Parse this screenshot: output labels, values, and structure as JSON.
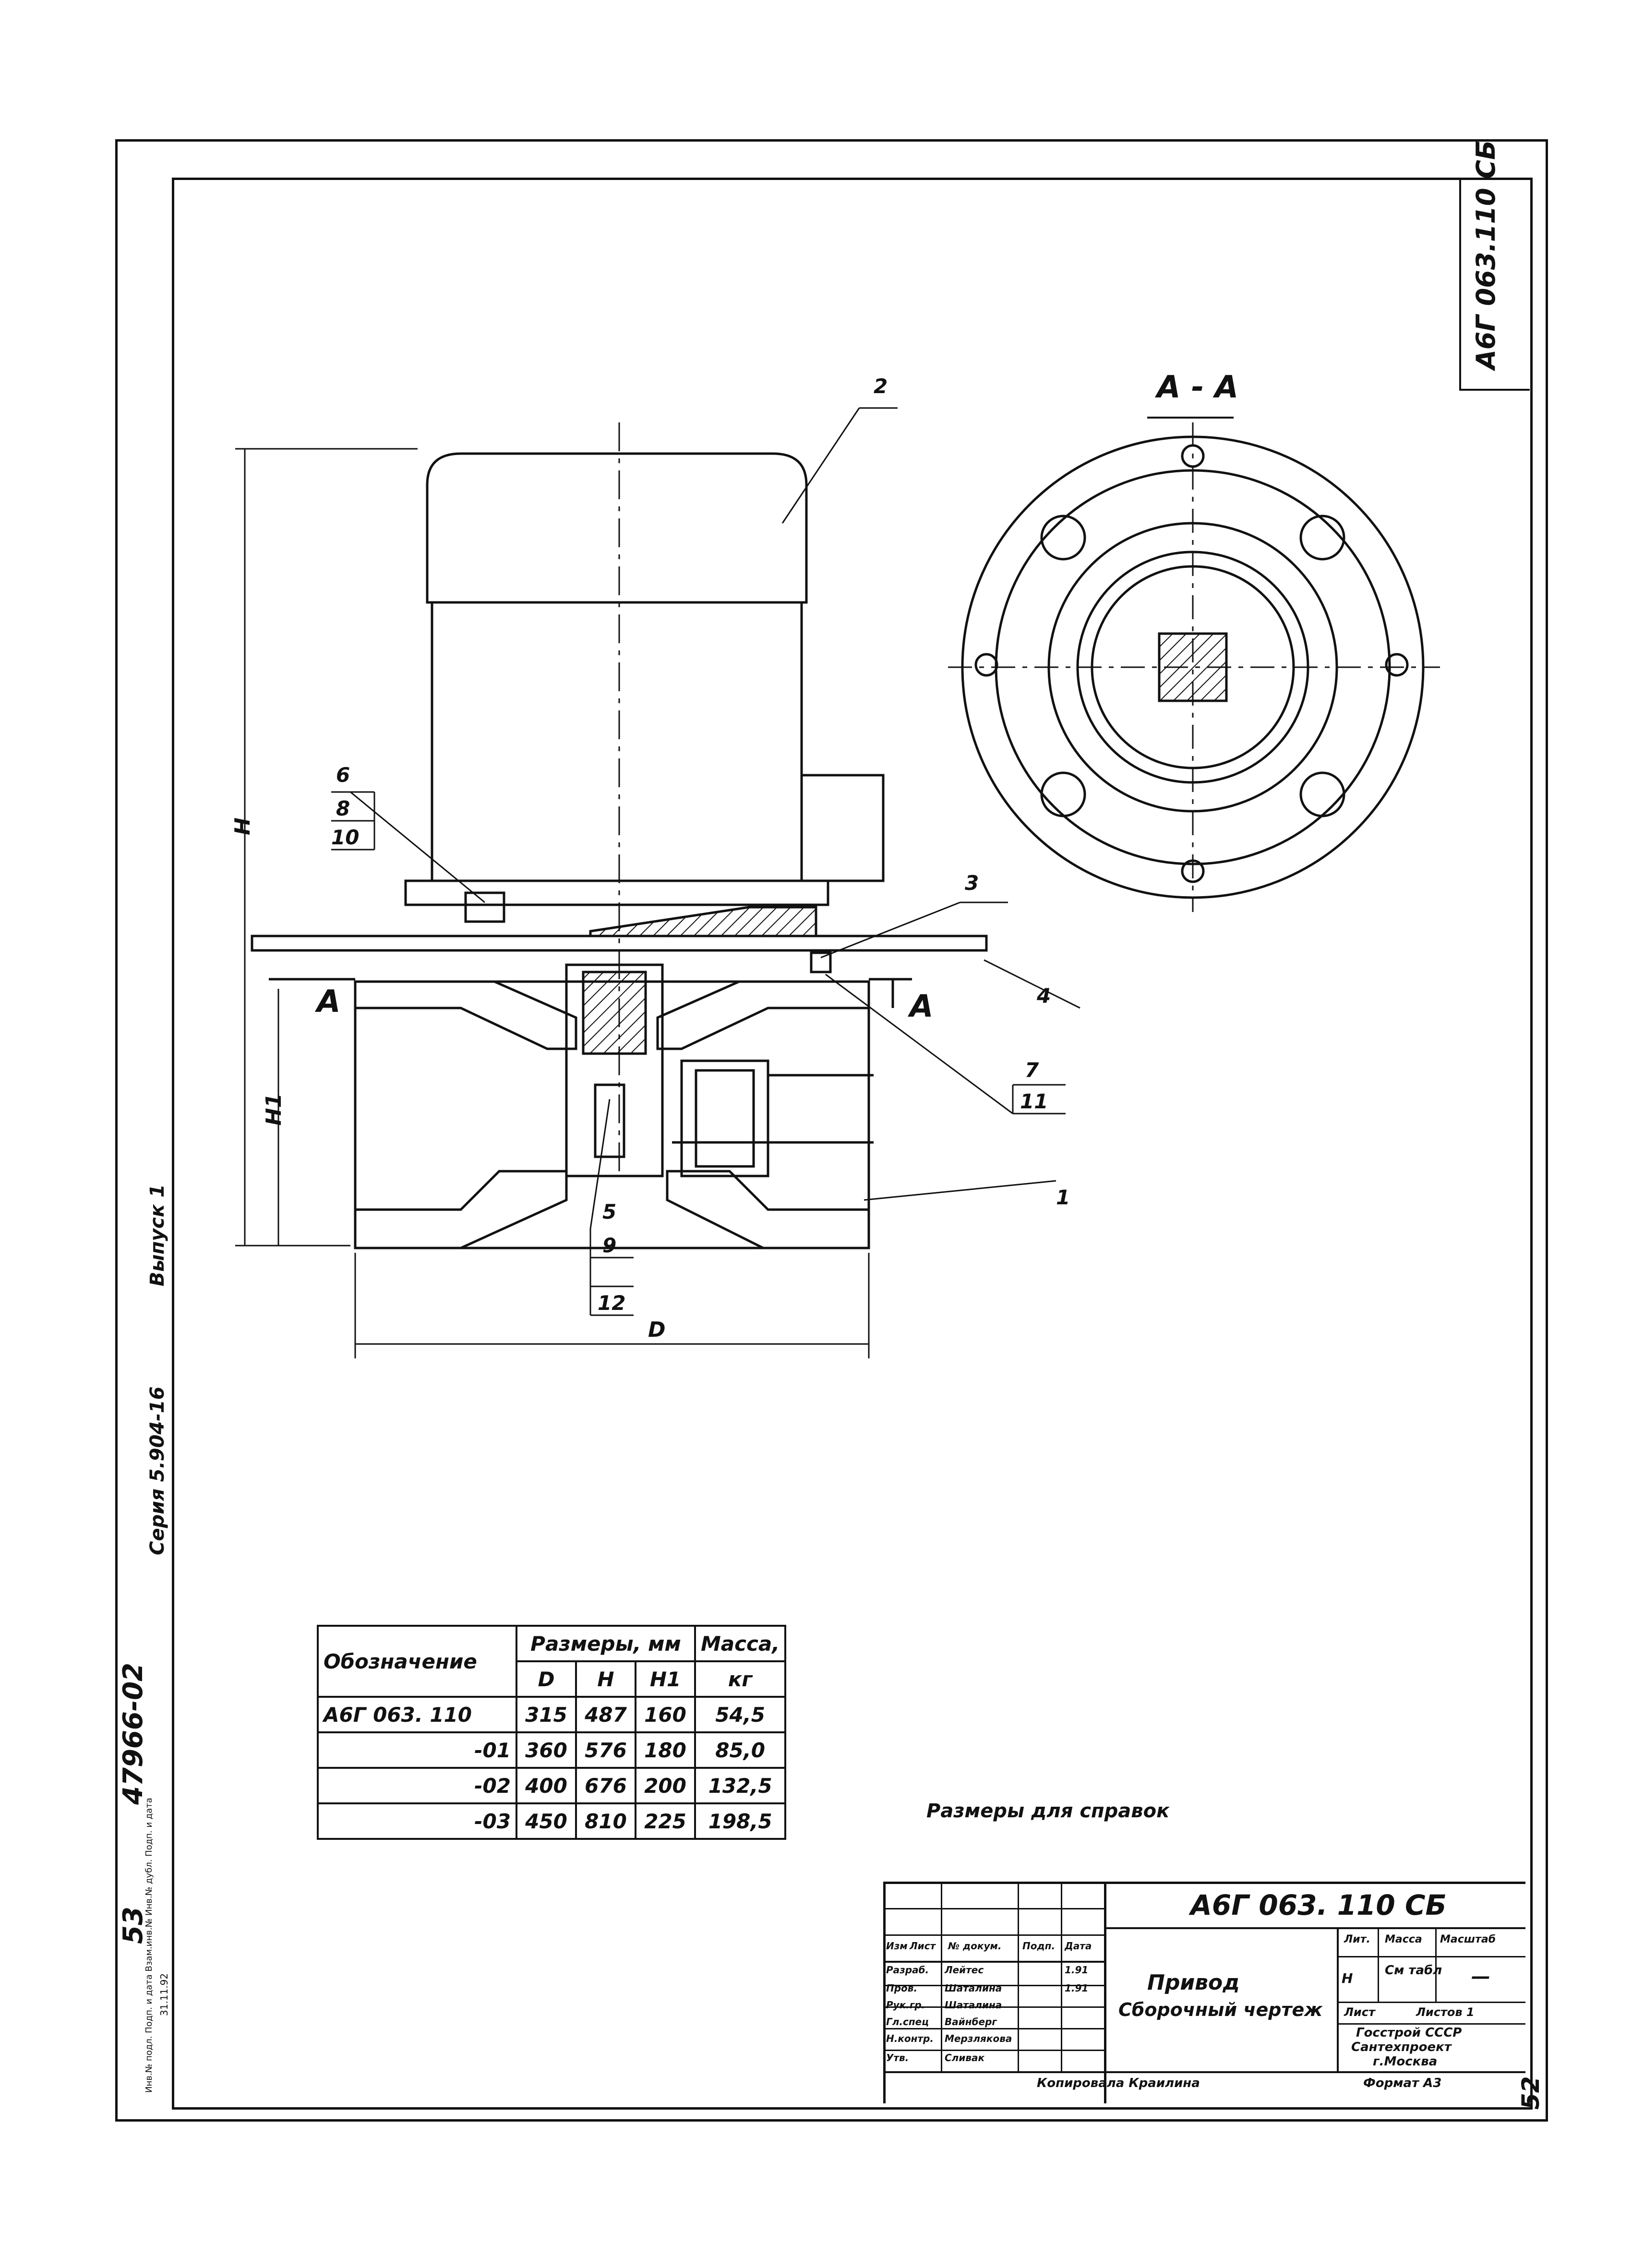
{
  "drawing": {
    "code_stamp": "А6Г 063.110 СБ",
    "section_label": "А - А",
    "cut_marker_left": "А",
    "cut_marker_right": "А",
    "dim_labels": {
      "H": "Н",
      "H1": "Н1",
      "D": "D"
    },
    "callouts": [
      "1",
      "2",
      "3",
      "4",
      "5",
      "6",
      "7",
      "8",
      "9",
      "10",
      "11",
      "12"
    ]
  },
  "margin": {
    "series": "Серия 5.904-16",
    "issue": "Выпуск 1",
    "inv": "47966-02",
    "sheet_mark": "53",
    "stamp_row": "Инв.№ подл. Подп. и дата Взам.инв.№ Инв.№ дубл. Подп. и дата",
    "stamp_date": "31.11.92"
  },
  "table": {
    "header_designation": "Обозначение",
    "header_sizes": "Размеры, мм",
    "header_mass": "Масса,",
    "header_mass_unit": "кг",
    "col_D": "D",
    "col_H": "Н",
    "col_H1": "Н1",
    "rows": [
      {
        "designation": "А6Г 063. 110",
        "D": "315",
        "H": "487",
        "H1": "160",
        "mass": "54,5"
      },
      {
        "designation": "-01",
        "D": "360",
        "H": "576",
        "H1": "180",
        "mass": "85,0"
      },
      {
        "designation": "-02",
        "D": "400",
        "H": "676",
        "H1": "200",
        "mass": "132,5"
      },
      {
        "designation": "-03",
        "D": "450",
        "H": "810",
        "H1": "225",
        "mass": "198,5"
      }
    ]
  },
  "note": "Размеры для справок",
  "title_block": {
    "code": "А6Г 063. 110 СБ",
    "name_line1": "Привод",
    "name_line2": "Сборочный чертеж",
    "lit_header": "Лит.",
    "mass_header": "Масса",
    "scale_header": "Масштаб",
    "lit_value": "Н",
    "mass_value": "См табл",
    "scale_value": "—",
    "sheet": "Лист",
    "sheets": "Листов 1",
    "org_line1": "Госстрой СССР",
    "org_line2": "Сантехпроект",
    "org_line3": "г.Москва",
    "format": "Формат А3",
    "copied": "Копировала Краилина",
    "page_number": "52",
    "col_headers": [
      "Изм",
      "Лист",
      "№ докум.",
      "Подп.",
      "Дата"
    ],
    "roles": [
      "Разраб.",
      "Пров.",
      "Рук.гр.",
      "Гл.спец",
      "Н.контр.",
      "Утв."
    ],
    "names": [
      "Лейтес",
      "Шаталина",
      "Шаталина",
      "Вайнберг",
      "Мерзлякова",
      "Сливак"
    ],
    "dates": [
      "1.91",
      "1.91",
      "",
      "",
      "",
      ""
    ]
  }
}
